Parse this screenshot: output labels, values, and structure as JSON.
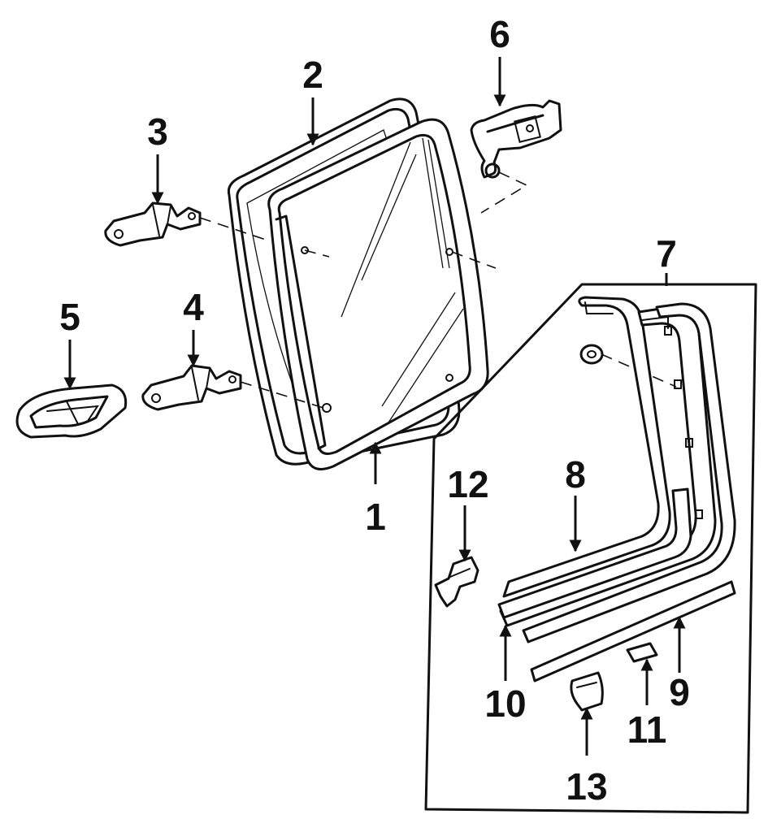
{
  "callouts": [
    {
      "id": "1",
      "label": "1"
    },
    {
      "id": "2",
      "label": "2"
    },
    {
      "id": "3",
      "label": "3"
    },
    {
      "id": "4",
      "label": "4"
    },
    {
      "id": "5",
      "label": "5"
    },
    {
      "id": "6",
      "label": "6"
    },
    {
      "id": "7",
      "label": "7"
    },
    {
      "id": "8",
      "label": "8"
    },
    {
      "id": "9",
      "label": "9"
    },
    {
      "id": "10",
      "label": "10"
    },
    {
      "id": "11",
      "label": "11"
    },
    {
      "id": "12",
      "label": "12"
    },
    {
      "id": "13",
      "label": "13"
    }
  ],
  "colors": {
    "ink": "#111111",
    "background": "#ffffff"
  }
}
